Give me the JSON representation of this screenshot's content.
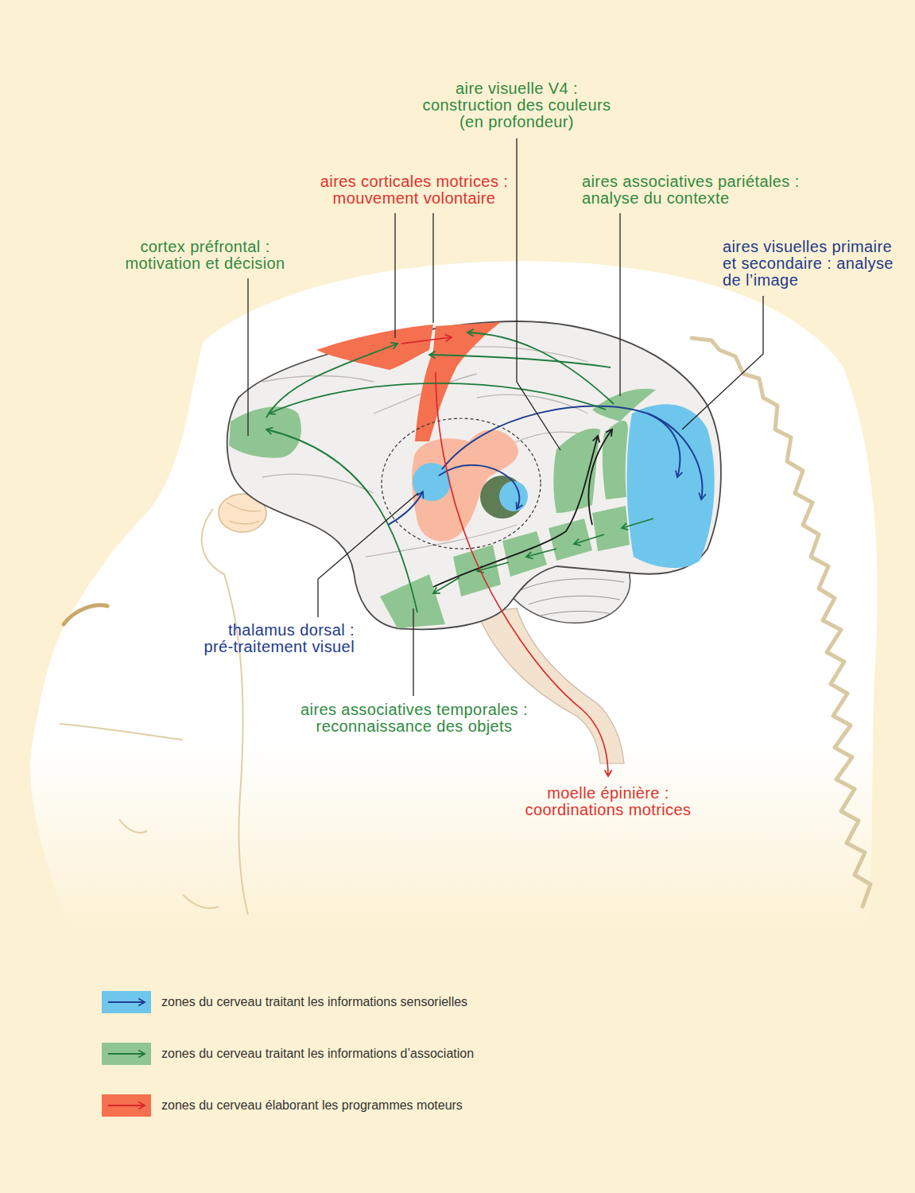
{
  "diagram": {
    "labels": [
      "aire visuelle V4 : construction des couleurs (en profondeur)",
      "aires corticales motrices : mouvement volontaire",
      "aires associatives pariétales : analyse du contexte",
      "cortex préfrontal : motivation et décision",
      "aires visuelles primaire et secondaire : analyse de l’image",
      "thalamus dorsal : pré-traitement visuel",
      "aires associatives temporales : reconnaissance des objets",
      "moelle épinière : coordinations motrices"
    ],
    "legend": [
      {
        "text": "zones du cerveau traitant les informations sensorielles",
        "color": "#6ec6ec"
      },
      {
        "text": "zones du cerveau traitant les informations d’association",
        "color": "#8fc592"
      },
      {
        "text": "zones du cerveau élaborant les programmes moteurs",
        "color": "#f4704f"
      }
    ]
  }
}
